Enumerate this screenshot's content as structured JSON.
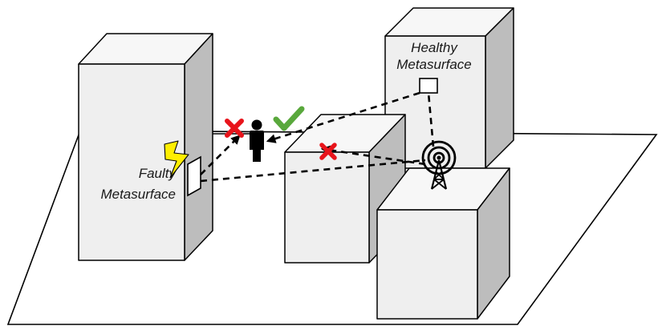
{
  "labels": {
    "faulty": [
      "Faulty",
      "Metasurface"
    ],
    "healthy": [
      "Healthy",
      "Metasurface"
    ]
  },
  "icons": {
    "fault": "lightning-bolt",
    "blocked": "red-cross",
    "success": "green-check",
    "user": "person",
    "transmitter": "antenna-tower"
  },
  "colors": {
    "front_face": "#efefef",
    "top_face": "#f7f7f7",
    "side_face": "#bdbdbd",
    "lightning": "#ffee00",
    "cross": "#e8141b",
    "check": "#59a83c"
  }
}
